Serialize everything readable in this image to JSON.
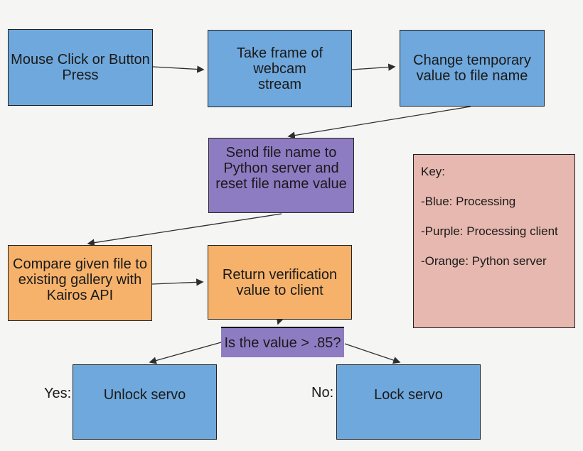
{
  "palette": {
    "background": "#f5f5f4",
    "blue": "#6fa8dc",
    "purple": "#8e7cc3",
    "orange": "#f6b26b",
    "key_pink": "#e6b8af",
    "border": "#222222",
    "arrow": "#2e2e2e",
    "text": "#1a1a1a"
  },
  "nodes": {
    "mouse_click": {
      "label": "Mouse Click or Button\nPress",
      "color": "blue"
    },
    "take_frame": {
      "label": "Take frame of webcam\nstream",
      "color": "blue"
    },
    "change_temp": {
      "label": "Change temporary\nvalue to file name",
      "color": "blue"
    },
    "send_file": {
      "label": "Send file name to\nPython server and\nreset file name value",
      "color": "purple"
    },
    "compare_file": {
      "label": "Compare given file to\nexisting gallery with\nKairos API",
      "color": "orange"
    },
    "return_verification": {
      "label": "Return verification\nvalue to client",
      "color": "orange"
    },
    "decision": {
      "label": "Is the value > .85?",
      "color": "purple"
    },
    "unlock_servo": {
      "label": "Unlock servo",
      "color": "blue"
    },
    "lock_servo": {
      "label": "Lock servo",
      "color": "blue"
    }
  },
  "branch_labels": {
    "yes": "Yes:",
    "no": "No:"
  },
  "key": {
    "title": "Key:",
    "entries": [
      "-Blue: Processing",
      "-Purple: Processing client",
      "-Orange: Python server"
    ]
  }
}
